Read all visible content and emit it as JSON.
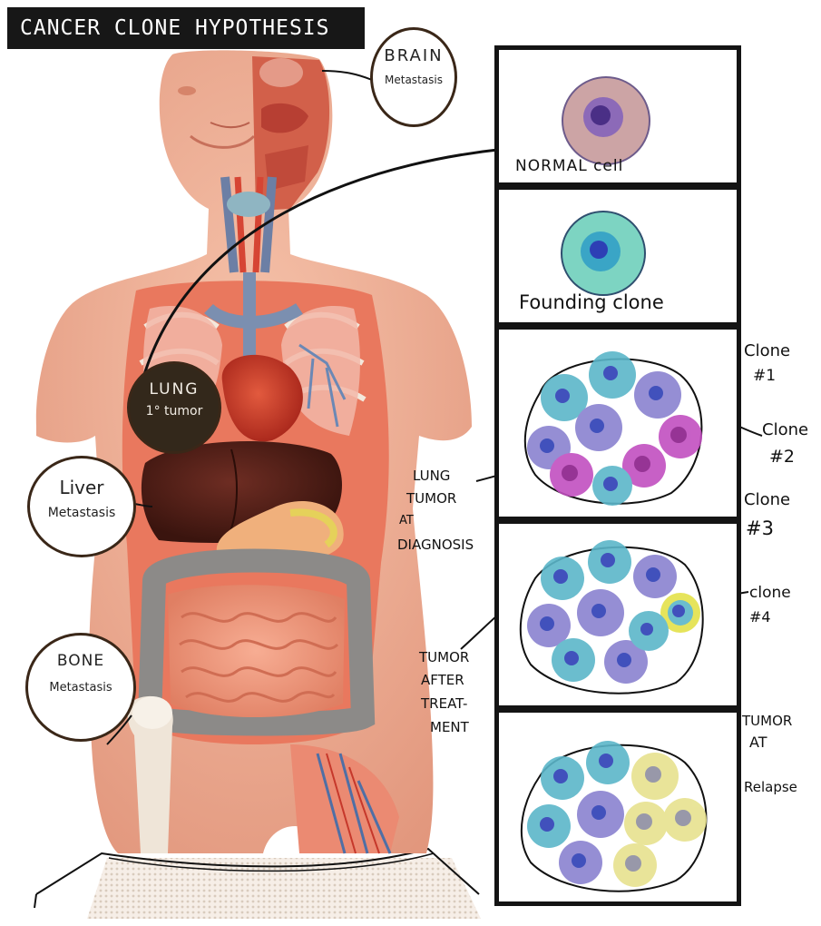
{
  "title": "CANCER CLONE HYPOTHESIS",
  "torso_labels": {
    "brain": [
      "BRAIN",
      "Metastasis"
    ],
    "lung": [
      "LUNG",
      "1° tumor"
    ],
    "liver": [
      "Liver",
      "Metastasis"
    ],
    "bone": [
      "BONE",
      "Metastasis"
    ]
  },
  "panels": {
    "normal": "NORMAL  cell",
    "founding": "Founding  clone"
  },
  "stage_labels": {
    "diagnosis": [
      "LUNG",
      "TUMOR",
      "AT",
      "DIAGNOSIS"
    ],
    "after_treatment": [
      "TUMOR",
      "AFTER",
      "TREAT-",
      "MENT"
    ],
    "relapse": [
      "TUMOR",
      "AT",
      "Relapse"
    ]
  },
  "clone_labels": {
    "clone1": [
      "Clone",
      "#1"
    ],
    "clone2": [
      "Clone",
      "#2"
    ],
    "clone3": [
      "Clone",
      "#3"
    ],
    "clone4": [
      "clone",
      "#4"
    ]
  },
  "colors": {
    "normal_cell": "#c79a9b",
    "founding_clone": "#6fcfbb",
    "clone1": "#5bb6c9",
    "clone2": "#8a82d0",
    "clone3": "#c24fc0",
    "clone4": "#e4e24a",
    "nucleus": "#2d3fb5",
    "frame": "#141414",
    "label_circle_border": "#3a2718",
    "lung_circle_fill": "#33281b"
  }
}
